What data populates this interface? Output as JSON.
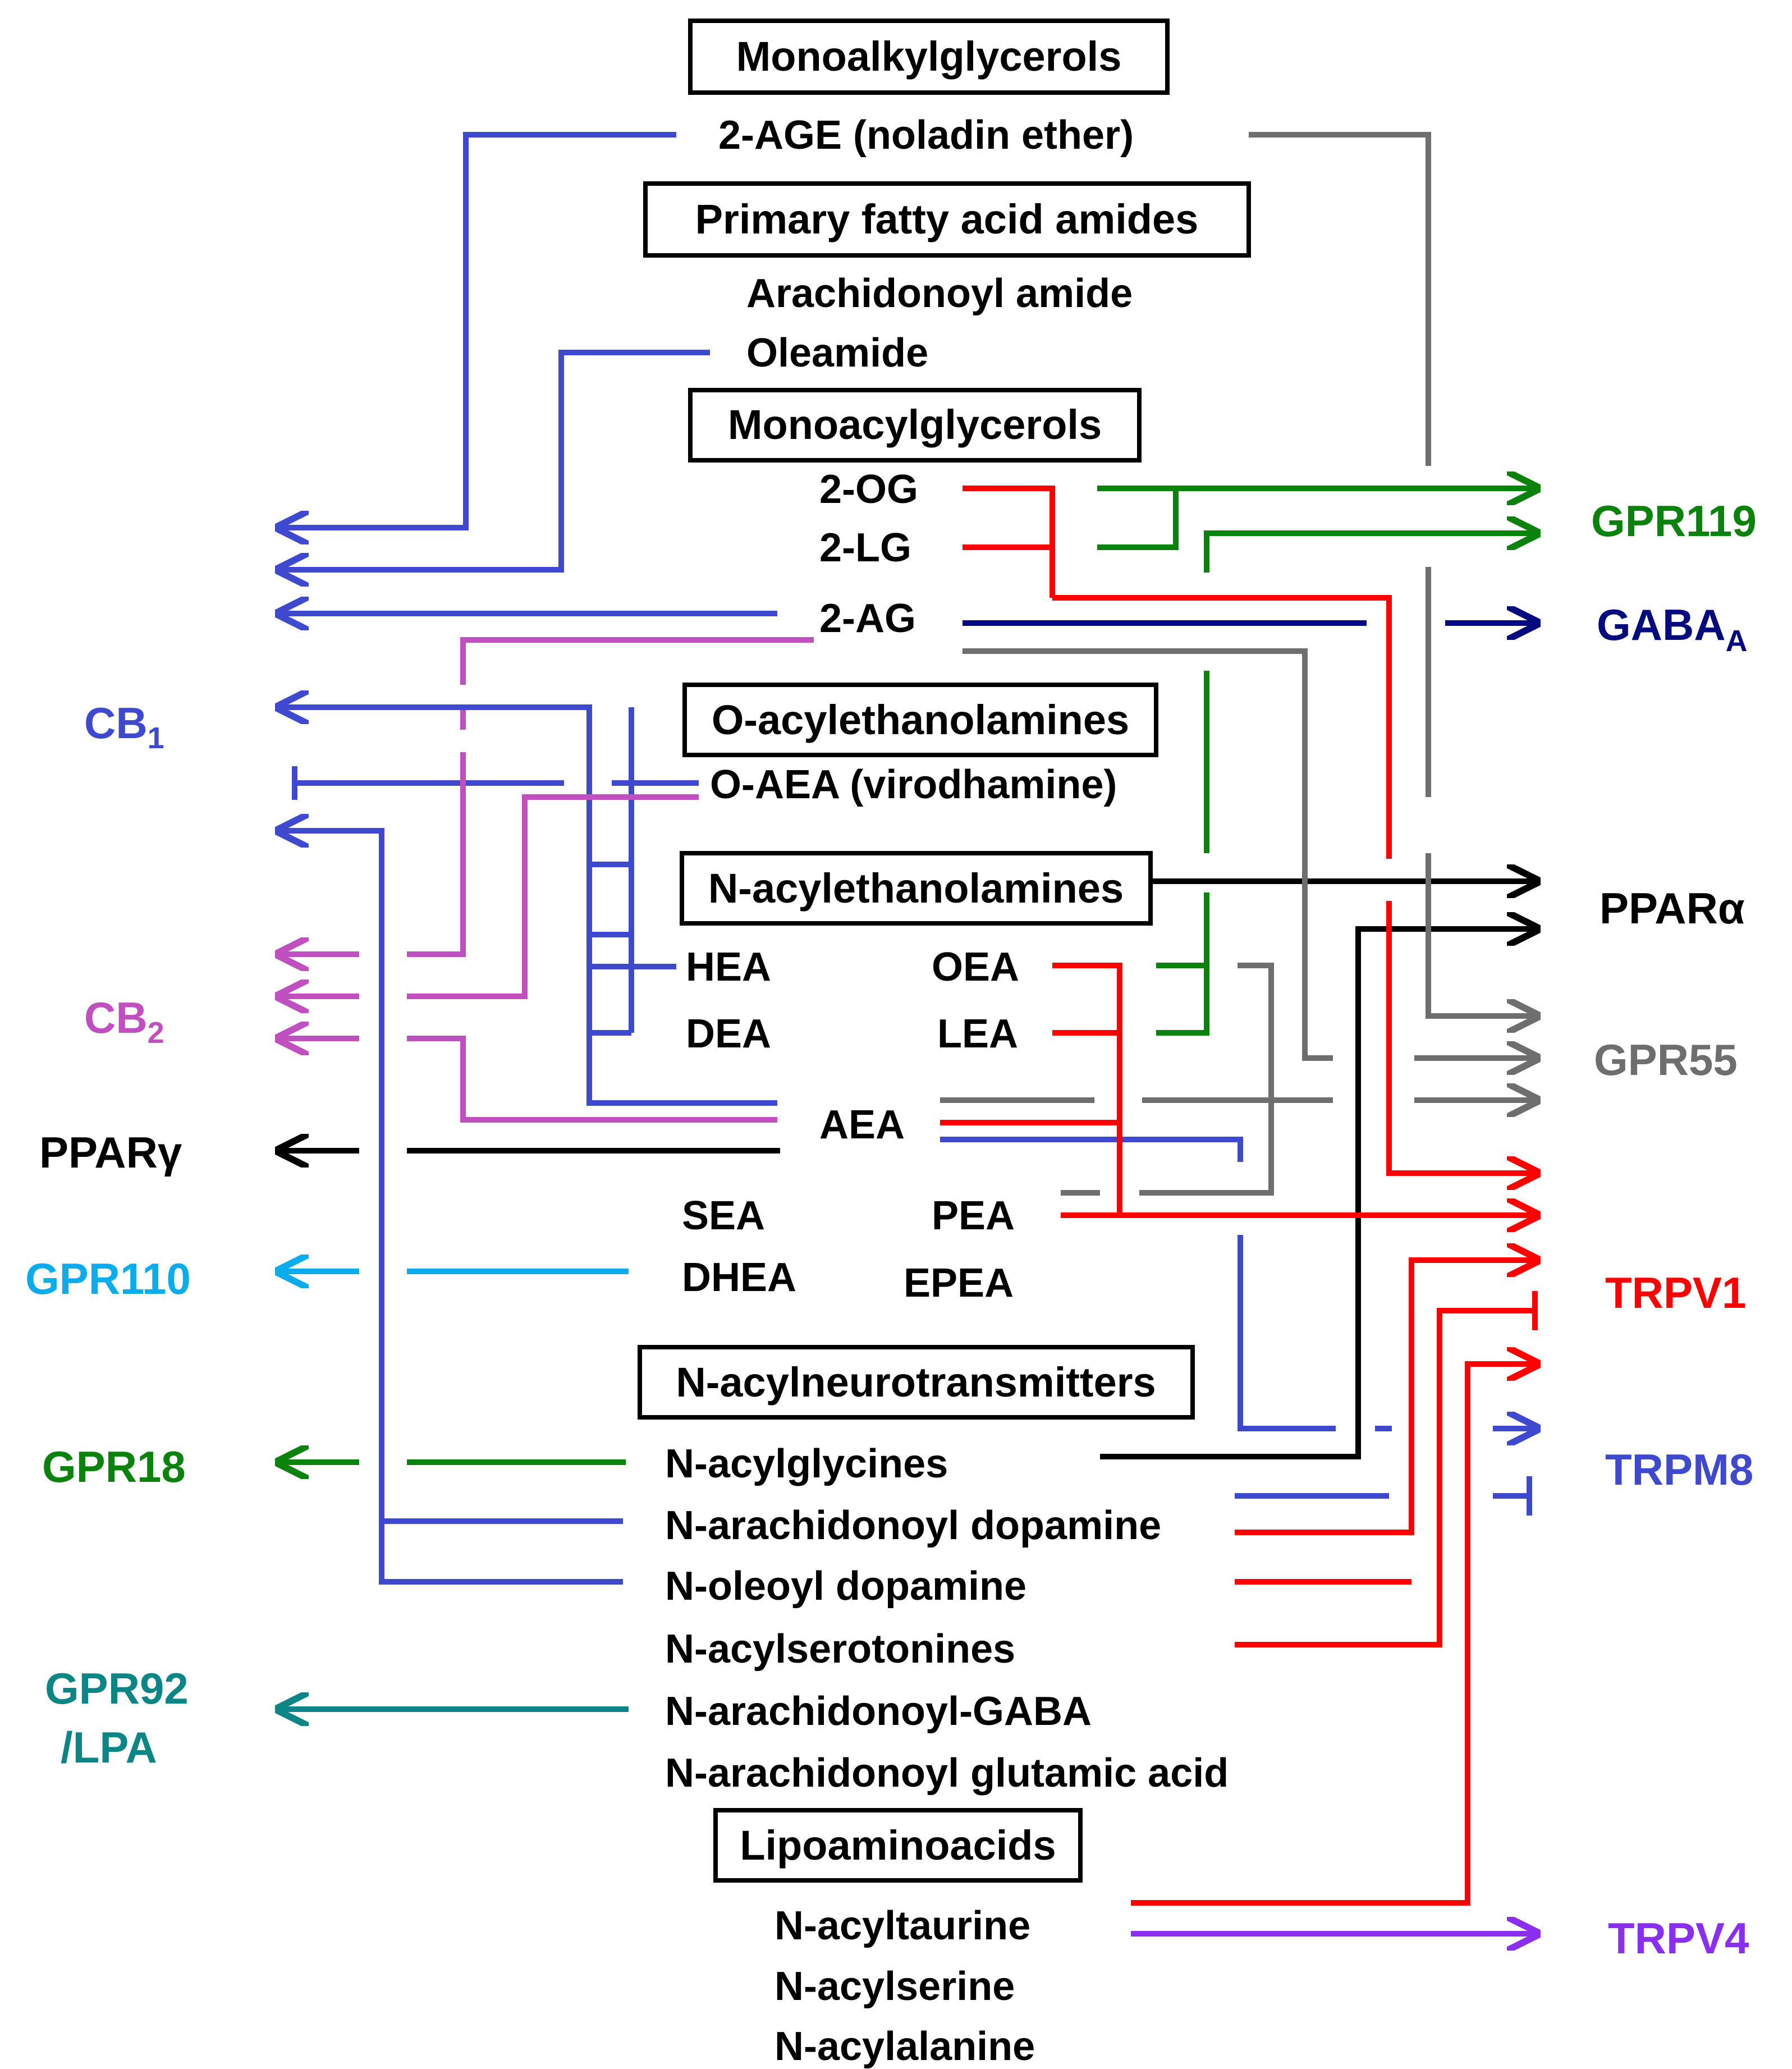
{
  "colors": {
    "cb1": "#3f49cf",
    "cb2": "#c04fc0",
    "gpr119": "#0b820b",
    "gaba": "#050b7c",
    "ppar": "#000000",
    "gpr55": "#6e6e6e",
    "trpv1": "#ff0000",
    "trpm8": "#3f49cf",
    "gpr110": "#0aacec",
    "gpr18": "#0b820b",
    "gpr92": "#0b8585",
    "trpv4": "#8a2ef0"
  },
  "classes": {
    "monoalkyl": "Monoalkylglycerols",
    "primary_amides": "Primary fatty acid amides",
    "monoacyl": "Monoacylglycerols",
    "o_acyl": "O-acylethanolamines",
    "n_acyl": "N-acylethanolamines",
    "neurotransmitters": "N-acylneurotransmitters",
    "lipoaminoacids": "Lipoaminoacids"
  },
  "ligands": {
    "age": "2-AGE (noladin ether)",
    "arach_amide": "Arachidonoyl amide",
    "oleamide": "Oleamide",
    "og": "2-OG",
    "lg": "2-LG",
    "ag": "2-AG",
    "oaea": "O-AEA (virodhamine)",
    "hea": "HEA",
    "dea": "DEA",
    "oea": "OEA",
    "lea": "LEA",
    "aea": "AEA",
    "sea": "SEA",
    "pea": "PEA",
    "dhea": "DHEA",
    "epea": "EPEA",
    "acylglycines": "N-acylglycines",
    "ara_dopamine": "N-arachidonoyl dopamine",
    "oleoyl_dopamine": "N-oleoyl dopamine",
    "acylserotonines": "N-acylserotonines",
    "ara_gaba": "N-arachidonoyl-GABA",
    "ara_glutamic": "N-arachidonoyl glutamic acid",
    "acyltaurine": "N-acyltaurine",
    "acylserine": "N-acylserine",
    "acylalanine": "N-acylalanine"
  },
  "receptors": {
    "cb1_main": "CB",
    "cb1_sub": "1",
    "cb2_main": "CB",
    "cb2_sub": "2",
    "ppar_gamma": "PPARγ",
    "gpr110": "GPR110",
    "gpr18": "GPR18",
    "gpr92_line1": "GPR92",
    "gpr92_line2": "/LPA",
    "gpr119": "GPR119",
    "gaba_main": "GABA",
    "gaba_sub": "A",
    "ppar_alpha": "PPARα",
    "gpr55": "GPR55",
    "trpv1": "TRPV1",
    "trpm8": "TRPM8",
    "trpv4": "TRPV4"
  }
}
